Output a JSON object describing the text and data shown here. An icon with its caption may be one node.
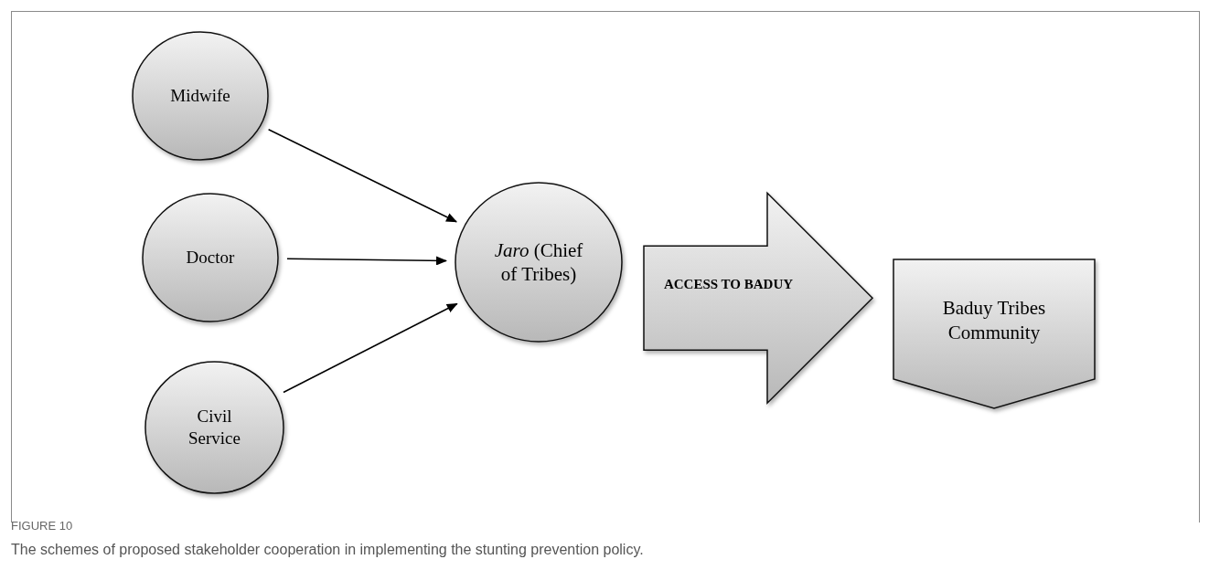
{
  "diagram": {
    "caption": "The schemes of proposed stakeholder cooperation in implementing the stunting prevention policy.",
    "nodes": [
      {
        "text": [
          "Midwife"
        ]
      },
      {
        "text": [
          "Doctor"
        ]
      },
      {
        "text": [
          "Civil Service"
        ]
      },
      {
        "text": [
          "*Jaro* (Chief of Tribes)"
        ]
      },
      {
        "text": [
          "Baduy Tribes Community"
        ]
      }
    ],
    "edges": [
      {
        "from": 0,
        "to": 3,
        "arrow": "to"
      },
      {
        "from": 1,
        "to": 3,
        "arrow": "to"
      },
      {
        "from": 2,
        "to": 3,
        "arrow": "to"
      },
      {
        "from": 3,
        "to": 4,
        "arrow": "to",
        "style": "thick",
        "label": "ACCESS TO BADUY"
      }
    ],
    "labels": [
      "FIGURE 10"
    ]
  }
}
